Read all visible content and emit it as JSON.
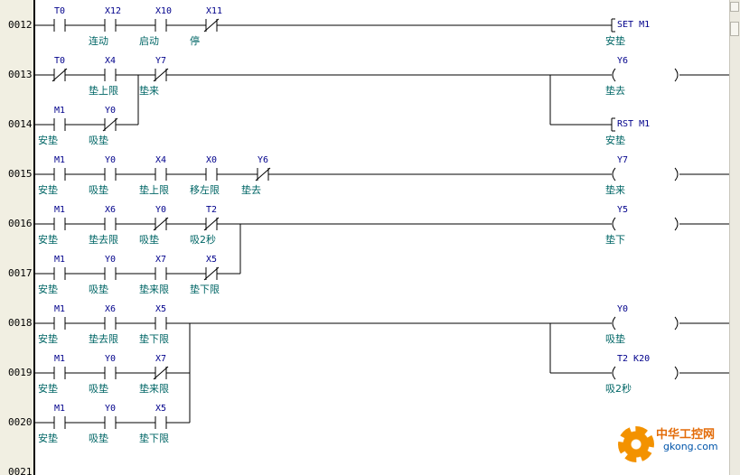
{
  "colors": {
    "gutter": "#f1efe2",
    "wire": "#000000",
    "tag": "#00008b",
    "comment": "#006666",
    "watermark_orange": "#f39200"
  },
  "steps": [
    "0012",
    "0013",
    "0014",
    "0015",
    "0016",
    "0017",
    "0018",
    "0019",
    "0020",
    "0021"
  ],
  "rungs": [
    {
      "step": "0012",
      "contacts": [
        {
          "tag": "T0",
          "type": "NO",
          "comment": ""
        },
        {
          "tag": "X12",
          "type": "NO",
          "comment": "连动"
        },
        {
          "tag": "X10",
          "type": "NO",
          "comment": "启动"
        },
        {
          "tag": "X11",
          "type": "NC",
          "comment": "停"
        }
      ],
      "coil": {
        "kind": "SET",
        "text": "SET M1",
        "comment": "安垫"
      }
    },
    {
      "step": "0013",
      "contacts": [
        {
          "tag": "T0",
          "type": "NC",
          "comment": ""
        },
        {
          "tag": "X4",
          "type": "NO",
          "comment": "垫上限"
        },
        {
          "tag": "Y7",
          "type": "NC",
          "comment": "垫来"
        }
      ],
      "coil": {
        "kind": "OUT",
        "text": "Y6",
        "comment": "垫去"
      }
    },
    {
      "step": "0014",
      "contacts": [
        {
          "tag": "M1",
          "type": "NO",
          "comment": "安垫"
        },
        {
          "tag": "Y0",
          "type": "NC",
          "comment": "吸垫"
        }
      ],
      "coil": {
        "kind": "RST",
        "text": "RST M1",
        "comment": "安垫"
      }
    },
    {
      "step": "0015",
      "contacts": [
        {
          "tag": "M1",
          "type": "NO",
          "comment": "安垫"
        },
        {
          "tag": "Y0",
          "type": "NO",
          "comment": "吸垫"
        },
        {
          "tag": "X4",
          "type": "NO",
          "comment": "垫上限"
        },
        {
          "tag": "X0",
          "type": "NO",
          "comment": "移左限"
        },
        {
          "tag": "Y6",
          "type": "NC",
          "comment": "垫去"
        }
      ],
      "coil": {
        "kind": "OUT",
        "text": "Y7",
        "comment": "垫来"
      }
    },
    {
      "step": "0016",
      "contacts": [
        {
          "tag": "M1",
          "type": "NO",
          "comment": "安垫"
        },
        {
          "tag": "X6",
          "type": "NO",
          "comment": "垫去限"
        },
        {
          "tag": "Y0",
          "type": "NC",
          "comment": "吸垫"
        },
        {
          "tag": "T2",
          "type": "NC",
          "comment": "吸2秒"
        }
      ],
      "coil": {
        "kind": "OUT",
        "text": "Y5",
        "comment": "垫下"
      }
    },
    {
      "step": "0017",
      "contacts": [
        {
          "tag": "M1",
          "type": "NO",
          "comment": "安垫"
        },
        {
          "tag": "Y0",
          "type": "NO",
          "comment": "吸垫"
        },
        {
          "tag": "X7",
          "type": "NO",
          "comment": "垫来限"
        },
        {
          "tag": "X5",
          "type": "NC",
          "comment": "垫下限"
        }
      ],
      "coil": null
    },
    {
      "step": "0018",
      "contacts": [
        {
          "tag": "M1",
          "type": "NO",
          "comment": "安垫"
        },
        {
          "tag": "X6",
          "type": "NO",
          "comment": "垫去限"
        },
        {
          "tag": "X5",
          "type": "NO",
          "comment": "垫下限"
        }
      ],
      "coil": {
        "kind": "OUT",
        "text": "Y0",
        "comment": "吸垫"
      }
    },
    {
      "step": "0019",
      "contacts": [
        {
          "tag": "M1",
          "type": "NO",
          "comment": "安垫"
        },
        {
          "tag": "Y0",
          "type": "NO",
          "comment": "吸垫"
        },
        {
          "tag": "X7",
          "type": "NC",
          "comment": "垫来限"
        }
      ],
      "coil": {
        "kind": "OUT",
        "text": "T2 K20",
        "comment": "吸2秒"
      }
    },
    {
      "step": "0020",
      "contacts": [
        {
          "tag": "M1",
          "type": "NO",
          "comment": "安垫"
        },
        {
          "tag": "Y0",
          "type": "NO",
          "comment": "吸垫"
        },
        {
          "tag": "X5",
          "type": "NO",
          "comment": "垫下限"
        }
      ],
      "coil": null
    }
  ],
  "watermark": {
    "title": "中华工控网",
    "url": "gkong.com"
  }
}
